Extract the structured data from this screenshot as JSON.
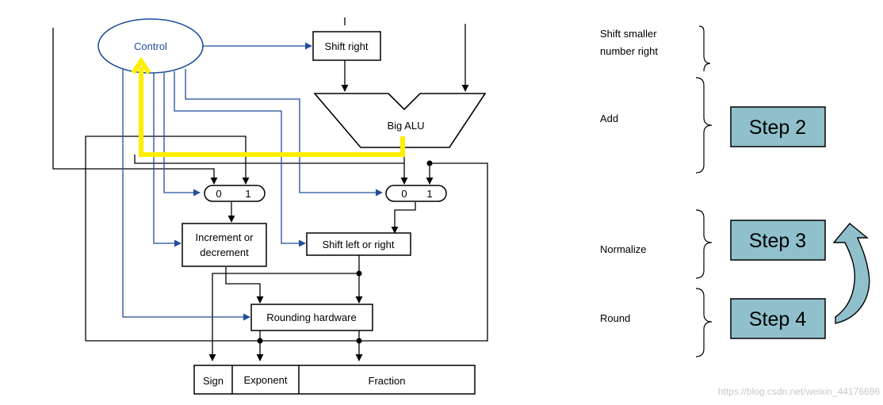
{
  "diagram": {
    "control": "Control",
    "shift_right": "Shift right",
    "big_alu": "Big ALU",
    "mux_left": {
      "in0": "0",
      "in1": "1"
    },
    "mux_right": {
      "in0": "0",
      "in1": "1"
    },
    "increment_line1": "Increment or",
    "increment_line2": "decrement",
    "shift_left_right": "Shift left or right",
    "rounding": "Rounding hardware",
    "fields": {
      "sign": "Sign",
      "exponent": "Exponent",
      "fraction": "Fraction"
    }
  },
  "steps": {
    "shift_line1": "Shift smaller",
    "shift_line2": "number right",
    "add": "Add",
    "normalize": "Normalize",
    "round": "Round",
    "step2": "Step 2",
    "step3": "Step 3",
    "step4": "Step 4"
  },
  "watermark": "https://blog.csdn.net/weixin_44176696",
  "colors": {
    "control_wire": "#1f4e9a",
    "highlight_path": "#ffee00",
    "step_box_fill": "#8fc0cc",
    "loop_arrow_fill": "#8fc0cc"
  }
}
